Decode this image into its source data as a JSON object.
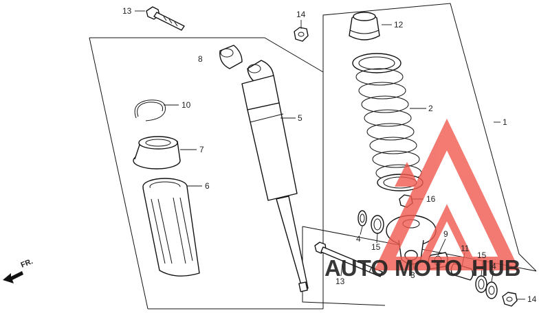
{
  "callouts": {
    "c1": "1",
    "c2": "2",
    "c3": "3",
    "c4a": "4",
    "c4b": "4",
    "c5": "5",
    "c6": "6",
    "c7": "7",
    "c8": "8",
    "c9": "9",
    "c10": "10",
    "c11": "11",
    "c12": "12",
    "c13a": "13",
    "c13b": "13",
    "c14a": "14",
    "c14b": "14",
    "c15a": "15",
    "c15b": "15",
    "c16": "16"
  },
  "direction": {
    "label": "FR."
  },
  "watermark": {
    "word_a": "AUTO",
    "word_b": "MOTO",
    "word_c": "HUB",
    "color_red": "#f05a4f",
    "color_orange": "#f7a531",
    "color_gray": "#5a5a5a"
  }
}
